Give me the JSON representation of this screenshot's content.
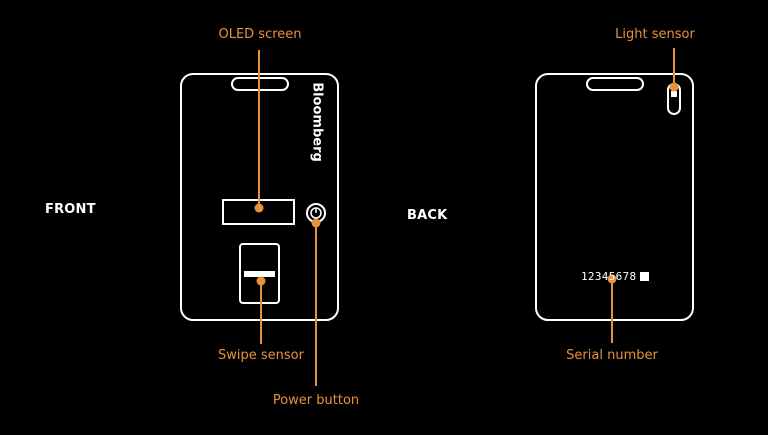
{
  "colors": {
    "background": "#000000",
    "outline": "#ffffff",
    "accent": "#e8913a"
  },
  "front": {
    "side_label": "FRONT",
    "brand": "Bloomberg",
    "callouts": {
      "oled_screen": "OLED screen",
      "swipe_sensor": "Swipe sensor",
      "power_button": "Power button"
    },
    "icons": {
      "power": "power-icon"
    }
  },
  "back": {
    "side_label": "BACK",
    "serial": "12345678",
    "callouts": {
      "light_sensor": "Light sensor",
      "serial_number": "Serial number"
    }
  }
}
